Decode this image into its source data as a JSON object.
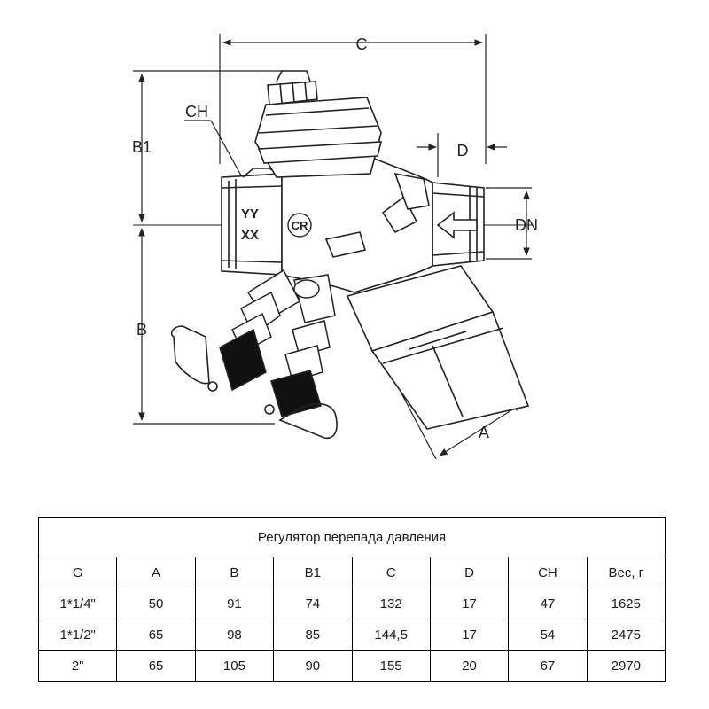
{
  "drawing": {
    "dimensions": {
      "c": "C",
      "b1": "B1",
      "b": "B",
      "ch": "CH",
      "d": "D",
      "dn": "DN",
      "a": "A"
    },
    "body_marks": {
      "yy": "YY",
      "xx": "XX",
      "logo": "CR"
    }
  },
  "table": {
    "title": "Регулятор перепада давления",
    "headers": [
      "G",
      "A",
      "B",
      "B1",
      "C",
      "D",
      "CH",
      "Вес, г"
    ],
    "rows": [
      [
        "1*1/4\"",
        "50",
        "91",
        "74",
        "132",
        "17",
        "47",
        "1625"
      ],
      [
        "1*1/2\"",
        "65",
        "98",
        "85",
        "144,5",
        "17",
        "54",
        "2475"
      ],
      [
        "2\"",
        "65",
        "105",
        "90",
        "155",
        "20",
        "67",
        "2970"
      ]
    ]
  }
}
